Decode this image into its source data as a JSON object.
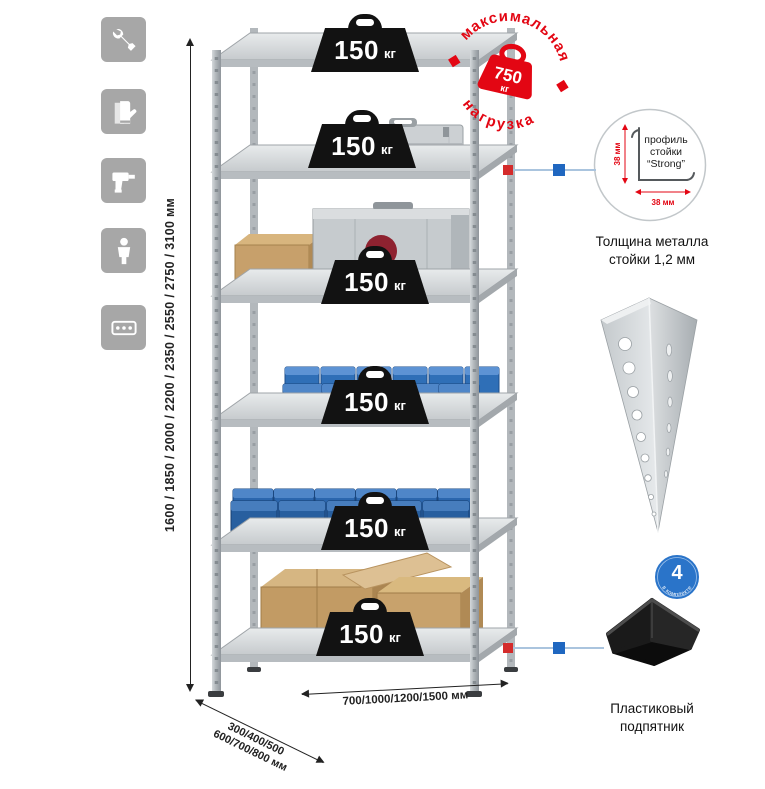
{
  "sidebar": {
    "icons": [
      {
        "name": "wrench"
      },
      {
        "name": "gloves"
      },
      {
        "name": "drill"
      },
      {
        "name": "person"
      },
      {
        "name": "perforated-strip"
      }
    ]
  },
  "rack": {
    "shelves": [
      {
        "weight": "150",
        "unit": "кг"
      },
      {
        "weight": "150",
        "unit": "кг"
      },
      {
        "weight": "150",
        "unit": "кг"
      },
      {
        "weight": "150",
        "unit": "кг"
      },
      {
        "weight": "150",
        "unit": "кг"
      },
      {
        "weight": "150",
        "unit": "кг"
      }
    ]
  },
  "stamp": {
    "arc_top": "максимальная",
    "arc_bottom": "нагрузка",
    "weight": "750",
    "unit": "кг",
    "color": "#e30613"
  },
  "dims": {
    "height": "1600 / 1850 / 2000 / 2200 / 2350 / 2550 / 2750 / 3100 мм",
    "depth1": "300/400/500",
    "depth2": "600/700/800 мм",
    "width": "700/1000/1200/1500 мм"
  },
  "profile": {
    "line1": "профиль",
    "line2": "стойки",
    "line3": "“Strong”",
    "dim_v": "38 мм",
    "dim_h": "38 мм",
    "caption1": "Толщина металла",
    "caption2": "стойки 1,2 мм"
  },
  "foot": {
    "badge_number": "4",
    "badge_text": "в комплекте",
    "caption1": "Пластиковый",
    "caption2": "подпятник"
  }
}
